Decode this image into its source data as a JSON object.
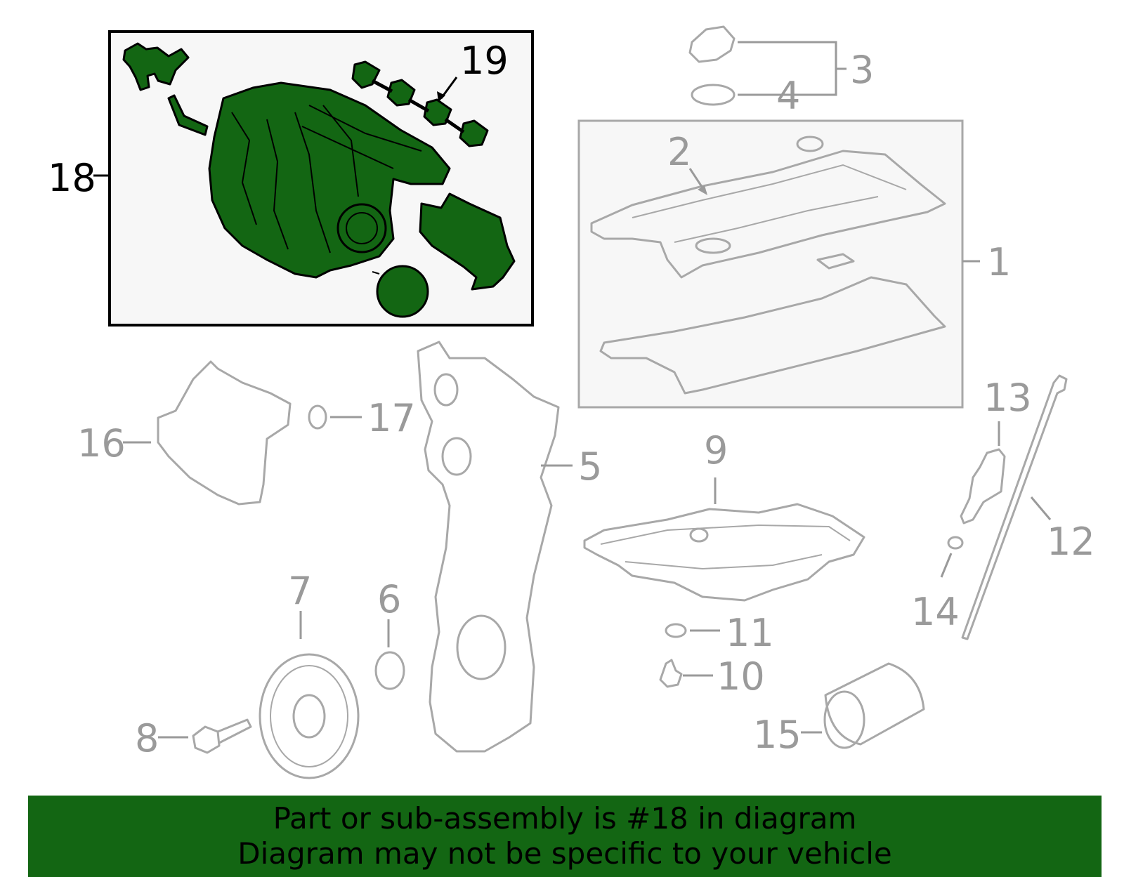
{
  "callouts": {
    "c1": "1",
    "c2": "2",
    "c3": "3",
    "c4": "4",
    "c5": "5",
    "c6": "6",
    "c7": "7",
    "c8": "8",
    "c9": "9",
    "c10": "10",
    "c11": "11",
    "c12": "12",
    "c13": "13",
    "c14": "14",
    "c15": "15",
    "c16": "16",
    "c17": "17",
    "c18": "18",
    "c19": "19"
  },
  "banner": {
    "line1": "Part or sub-assembly is #18 in diagram",
    "line2": "Diagram may not be specific to your vehicle"
  },
  "colors": {
    "highlight": "#136613",
    "parts_outline": "#a8a8a8",
    "callout_grey": "#9a9a9a",
    "box_fill": "#f7f7f7"
  }
}
